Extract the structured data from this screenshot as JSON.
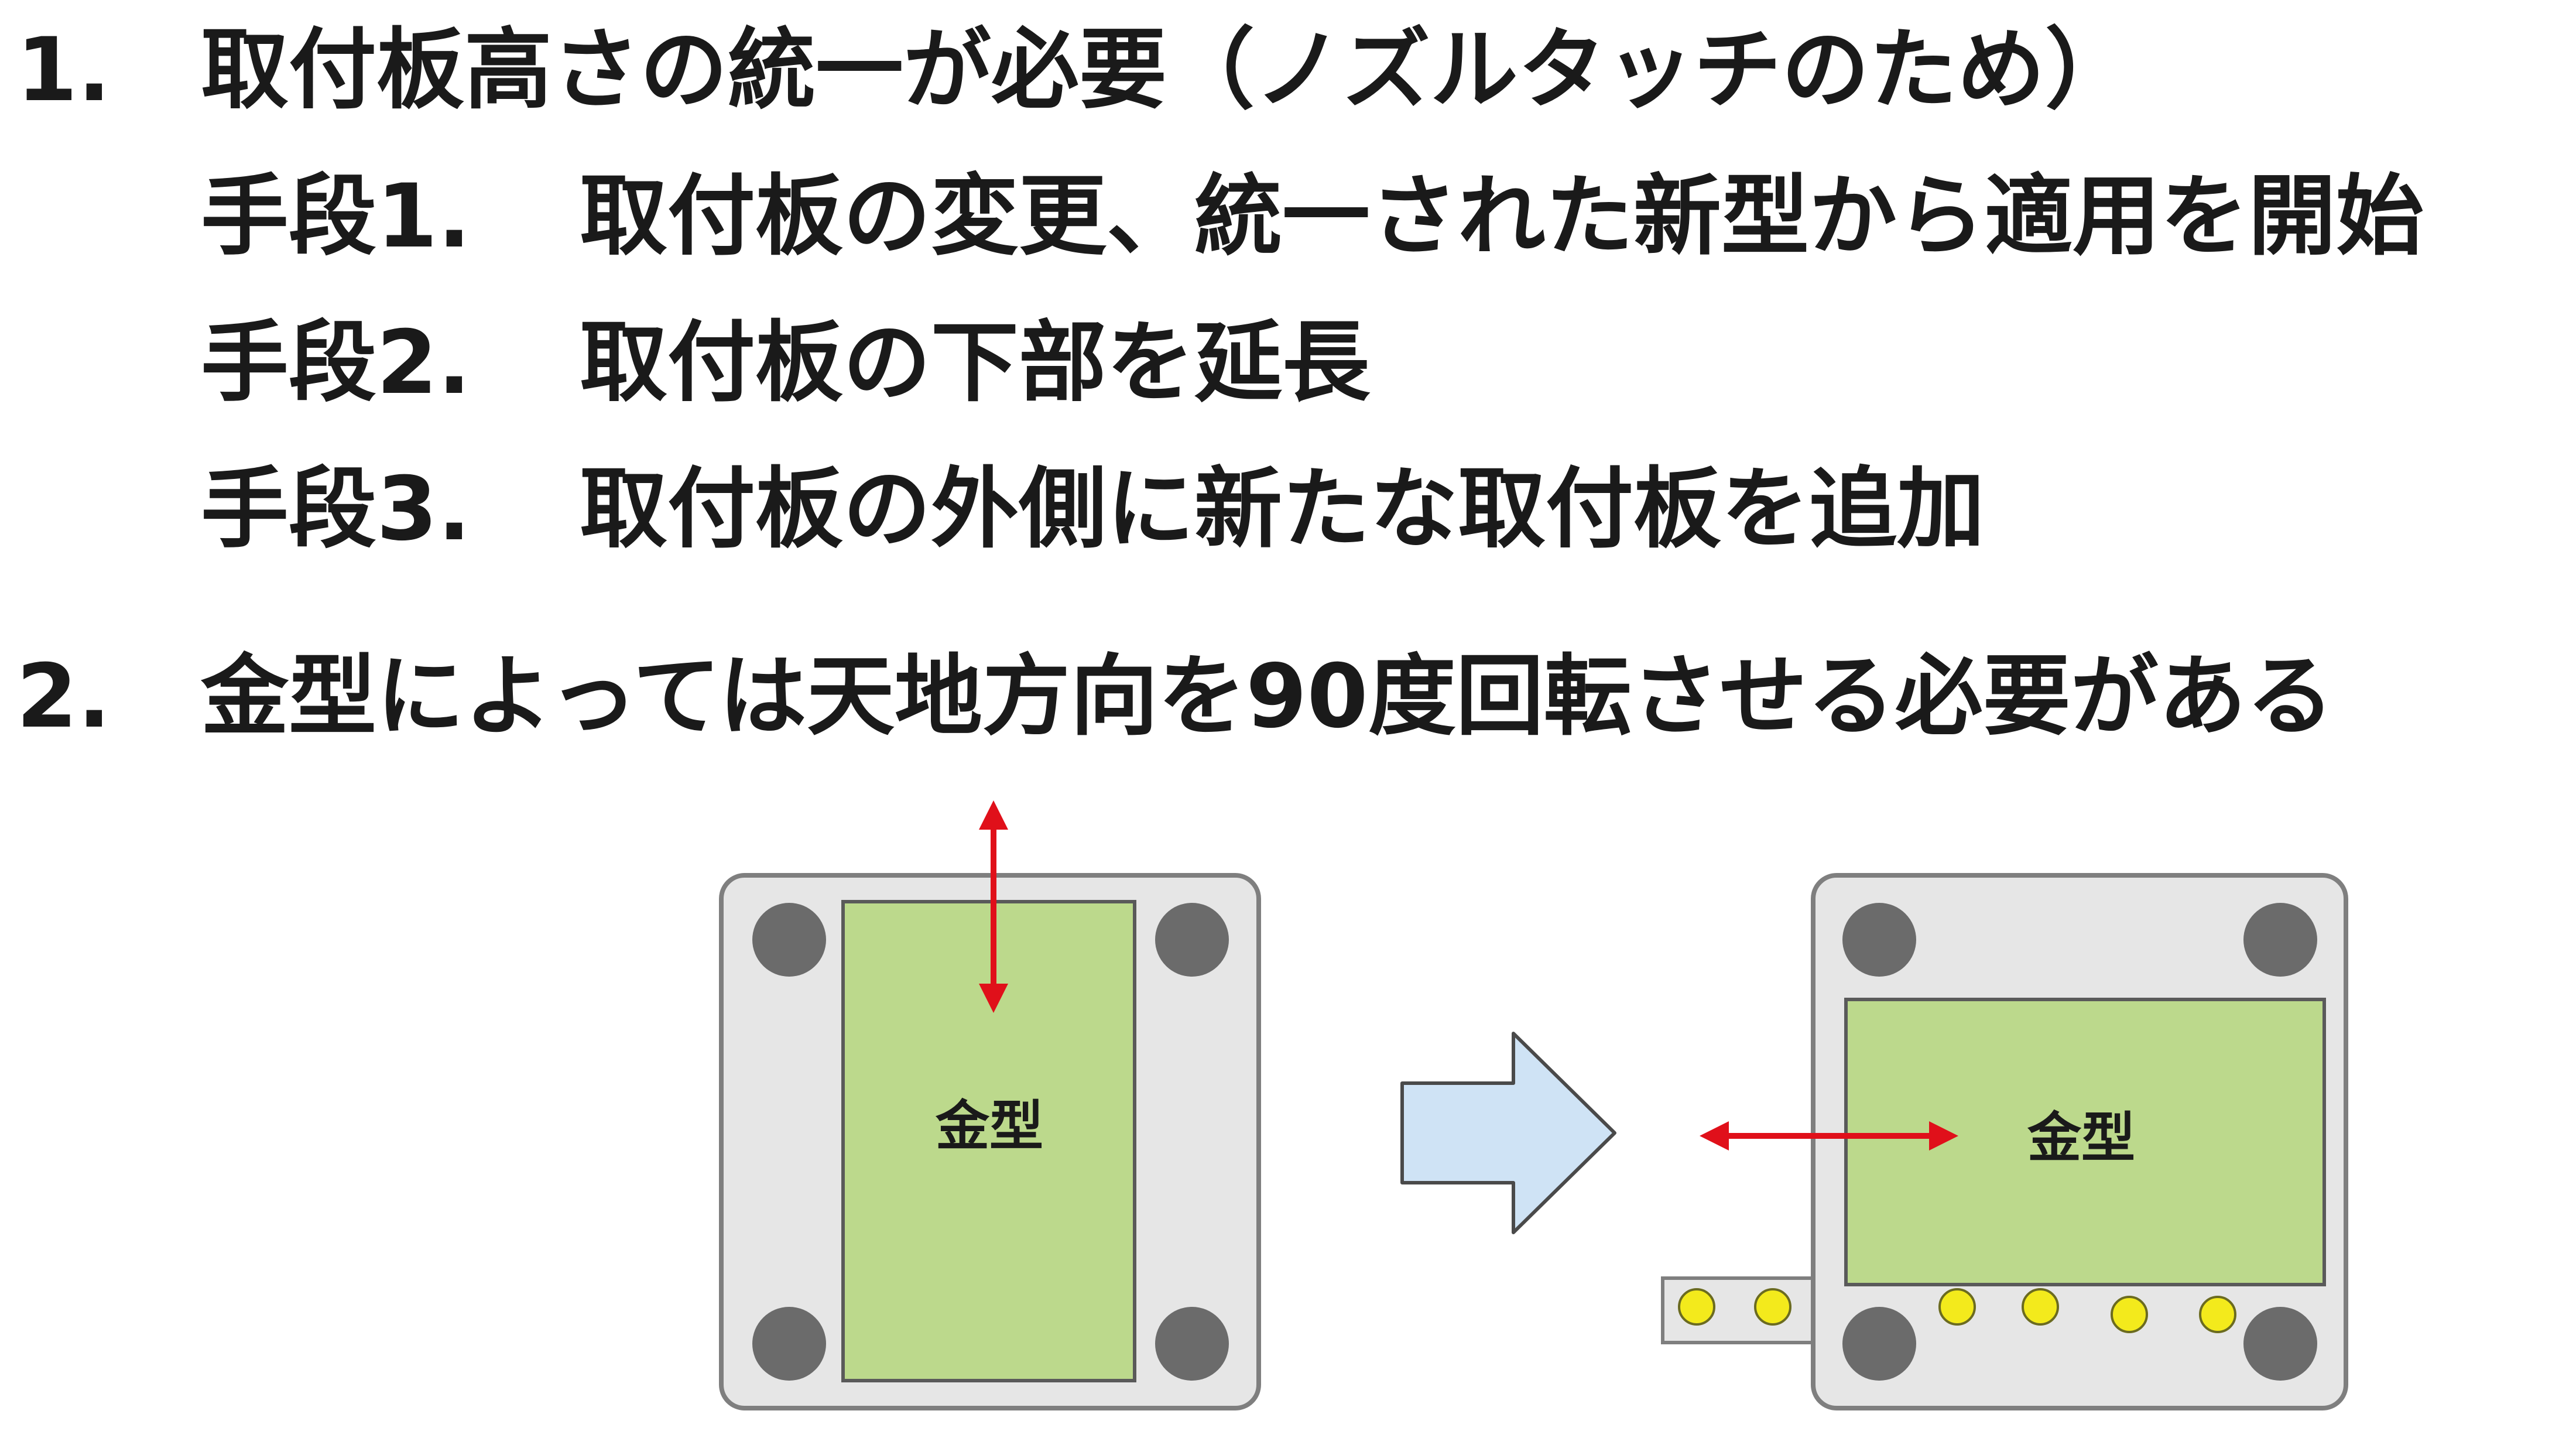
{
  "items": [
    {
      "number": "1.",
      "text": "取付板高さの統一が必要（ノズルタッチのため）",
      "steps": [
        {
          "label": "手段1.",
          "text": "取付板の変更、統一された新型から適用を開始"
        },
        {
          "label": "手段2.",
          "text": "取付板の下部を延長"
        },
        {
          "label": "手段3.",
          "text": "取付板の外側に新たな取付板を追加"
        }
      ]
    },
    {
      "number": "2.",
      "text": "金型によっては天地方向を90度回転させる必要がある"
    }
  ],
  "diagram": {
    "left_mold_label": "金型",
    "right_mold_label": "金型",
    "colors": {
      "plate_fill": "#e6e6e6",
      "plate_stroke": "#7f7f7f",
      "mold_fill": "#bcd98c",
      "mold_stroke": "#5a5a5a",
      "bolt_fill": "#6b6b6b",
      "arrow_red": "#e0101a",
      "flow_arrow_fill": "#cfe3f5",
      "flow_arrow_stroke": "#4a4a4a",
      "pin_fill": "#f3ea1c",
      "pin_stroke": "#6b6b20"
    }
  }
}
